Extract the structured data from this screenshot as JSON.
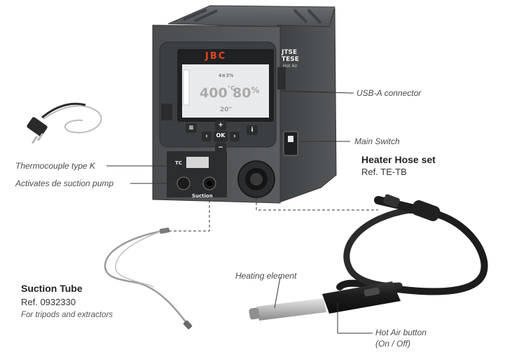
{
  "station": {
    "brand": "JBC",
    "model_lines": [
      "JTSE",
      "TESE"
    ],
    "model_sub": "Hot Air",
    "screen": {
      "mode": "4≡3%",
      "temp_value": "400",
      "temp_unit": "°C",
      "air_value": "80",
      "air_unit": "%",
      "ambient_value": "20",
      "ambient_unit": "°"
    },
    "buttons": {
      "menu": "≡",
      "up": "+",
      "left": "‹",
      "ok": "OK",
      "right": "›",
      "down": "−",
      "info": "i"
    },
    "port_tc": "TC",
    "port_suction": "Suction"
  },
  "labels": {
    "usb": "USB-A connector",
    "main_switch": "Main Switch",
    "thermocouple": "Thermocouple type K",
    "suction_pump": "Activates de suction pump",
    "heating_element": "Heating element",
    "hot_air_button": "Hot Air button",
    "hot_air_button_sub": "(On / Off)"
  },
  "heater_hose": {
    "title": "Heater Hose set",
    "ref": "Ref. TE-TB"
  },
  "suction_tube": {
    "title": "Suction Tube",
    "ref": "Ref. 0932330",
    "note": "For tripods and extractors"
  },
  "colors": {
    "body": "#505356",
    "body_dark": "#2f3133",
    "screen": "#e9eaeb",
    "cable": "#1c1c1c",
    "accent": "#e8451c"
  }
}
